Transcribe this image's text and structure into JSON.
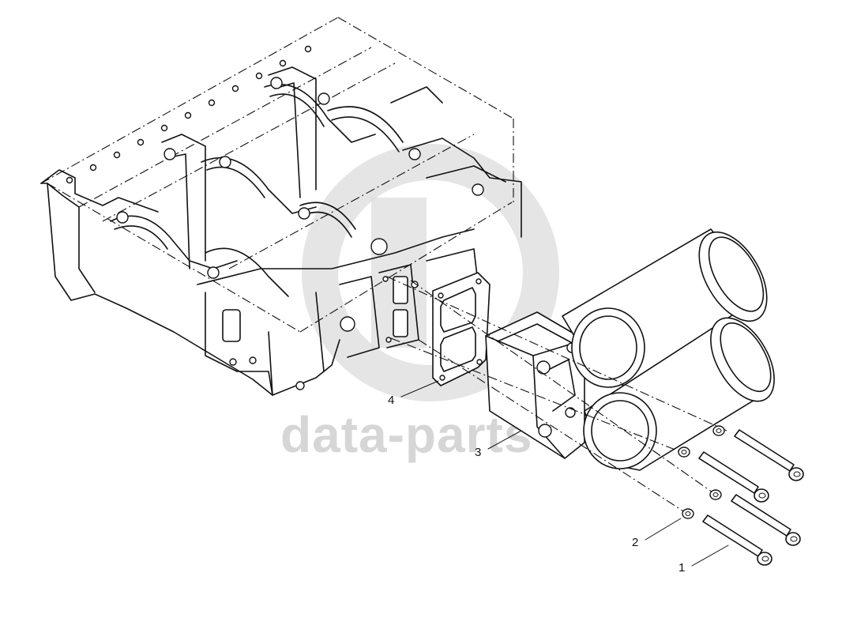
{
  "watermark": {
    "text": "data-parts",
    "color": "#d6d6d6"
  },
  "callouts": [
    {
      "label": "1"
    },
    {
      "label": "2"
    },
    {
      "label": "3"
    },
    {
      "label": "4"
    }
  ],
  "colors": {
    "line": "#111111",
    "background": "#ffffff"
  }
}
